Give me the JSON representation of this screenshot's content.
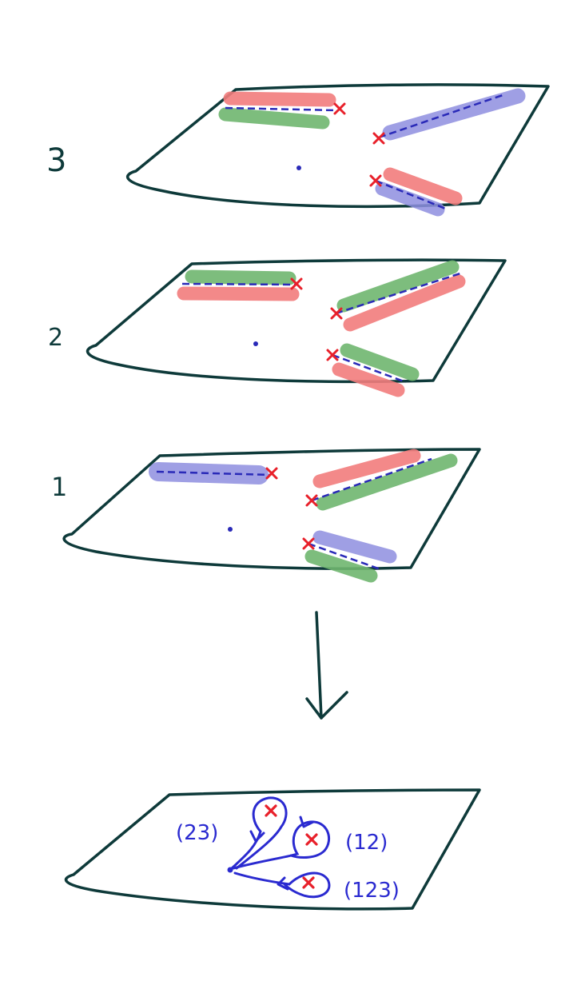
{
  "sheet_labels": {
    "top": "3",
    "middle": "2",
    "bottom": "1"
  },
  "loop_labels": {
    "upper_left": "(23)",
    "right_middle": "(12)",
    "right_lower": "(123)"
  },
  "colors": {
    "outline": "#0e3a3a",
    "red_strip": "#f27d7d",
    "green_strip": "#6fb66f",
    "blue_strip": "#8f8fe0",
    "dashed_line": "#2a2ab8",
    "cut_cross": "#e8202a",
    "loop_ink": "#2a2ad0"
  }
}
